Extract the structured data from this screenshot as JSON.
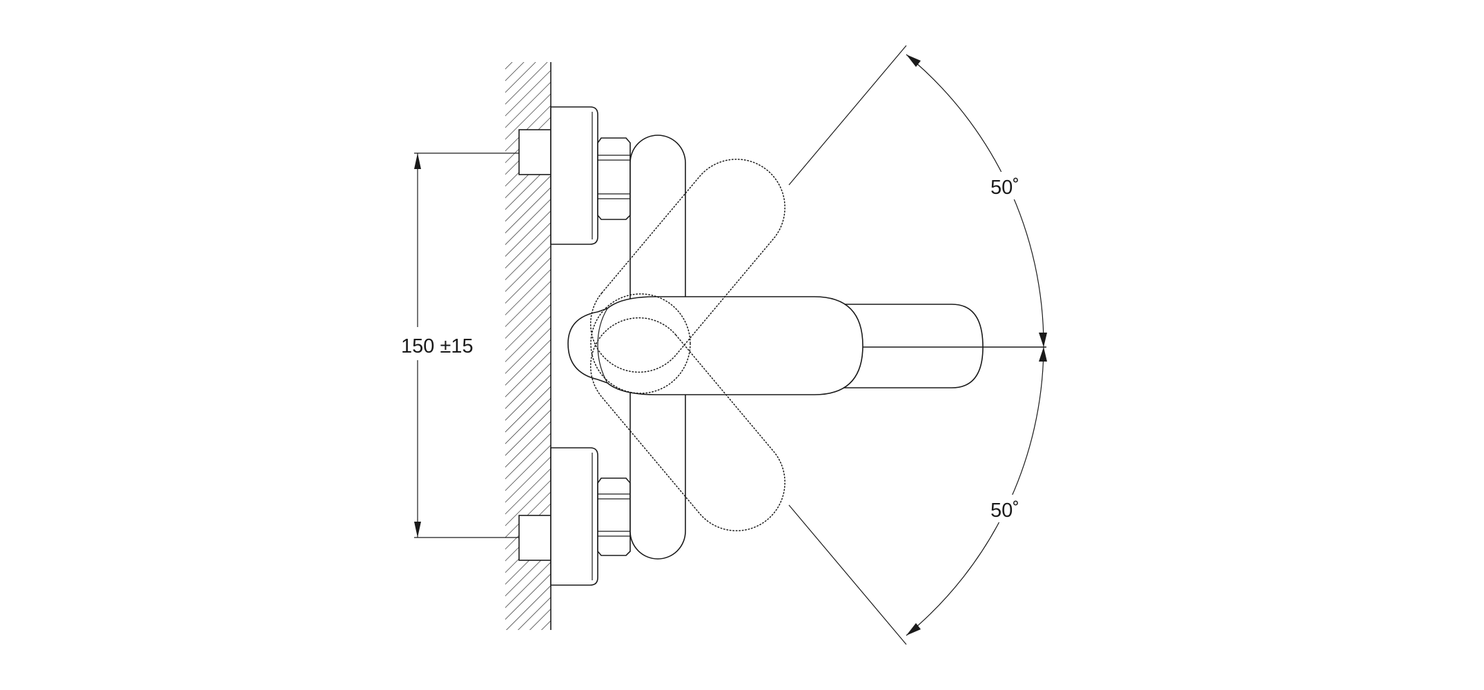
{
  "diagram": {
    "dimensions": {
      "spacing_label": "150 ±15",
      "angle_upper_label": "50˚",
      "angle_lower_label": "50˚"
    },
    "colors": {
      "line": "#1a1a1a",
      "background": "#ffffff"
    }
  }
}
